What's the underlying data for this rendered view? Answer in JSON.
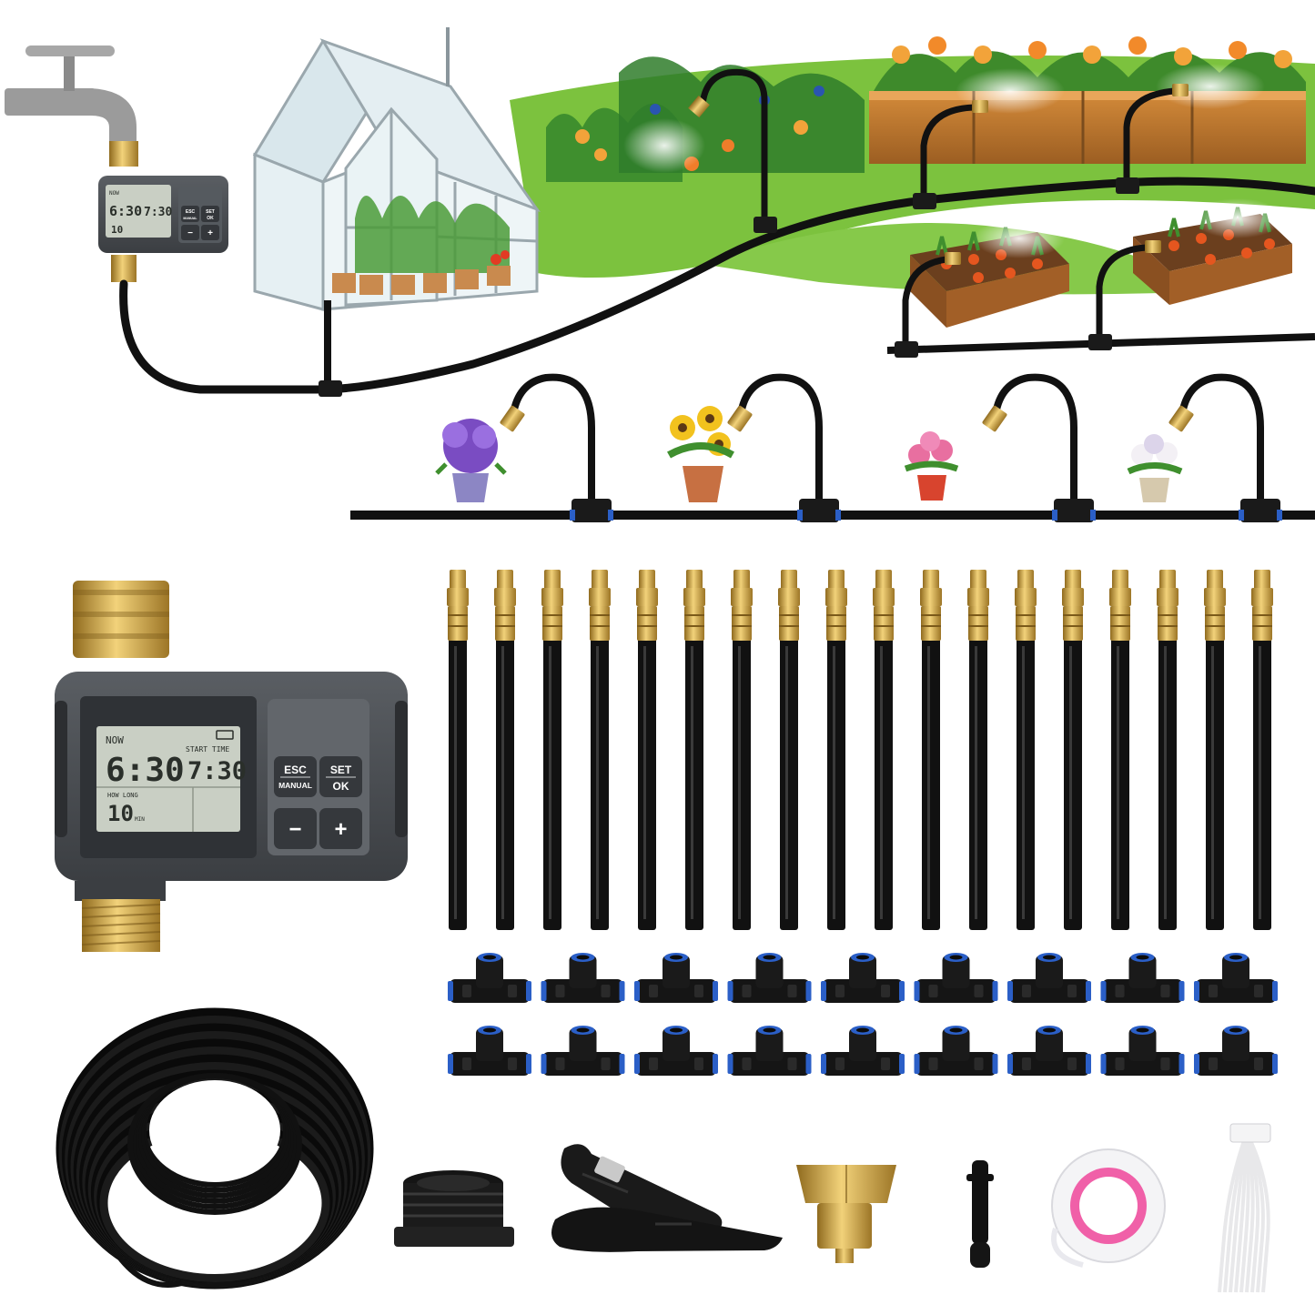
{
  "timer_small": {
    "now_label": "NOW",
    "now_time": "6:30",
    "start_time": "7:30",
    "how_long_value": "10",
    "esc_label": "ESC",
    "manual_label": "MANUAL",
    "set_label": "SET",
    "ok_label": "OK",
    "minus_label": "−",
    "plus_label": "+"
  },
  "timer_large": {
    "now_label": "NOW",
    "start_time_label": "START TIME",
    "now_time": "6:30",
    "start_time": "7:30",
    "how_long_label": "HOW LONG",
    "how_long_value": "10",
    "how_long_unit": "MIN",
    "esc_label": "ESC",
    "manual_label": "MANUAL",
    "set_label": "SET",
    "ok_label": "OK",
    "minus_label": "−",
    "plus_label": "+"
  },
  "kit": {
    "misting_tubes_count": 18,
    "tee_connectors_count": 18
  },
  "colors": {
    "tubing": "#111111",
    "brass": "#c9a24a",
    "timer_body": "#4a4d52",
    "lcd": "#c9cfc4",
    "lawn": "#7dc43f",
    "thread_tape_ring": "#f060a8"
  }
}
